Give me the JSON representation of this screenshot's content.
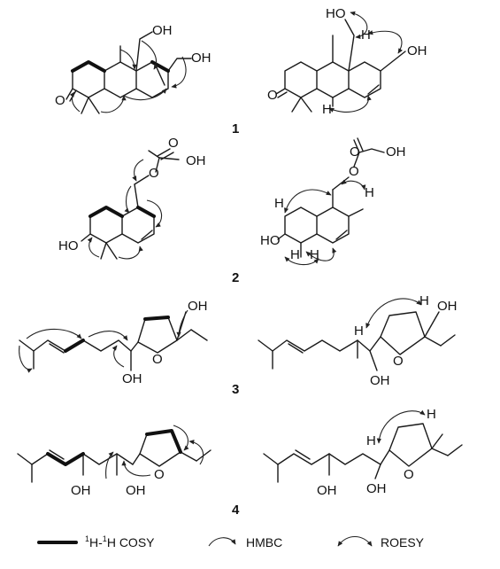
{
  "compounds": [
    {
      "number": "1"
    },
    {
      "number": "2"
    },
    {
      "number": "3"
    },
    {
      "number": "4"
    }
  ],
  "atoms": {
    "oh": "OH",
    "ho": "HO",
    "h": "H",
    "o": "O"
  },
  "legend": {
    "cosy_sup": "1",
    "cosy_h1": "H-",
    "cosy_sup2": "1",
    "cosy_h2": "H COSY",
    "hmbc": "HMBC",
    "roesy": "ROESY"
  }
}
